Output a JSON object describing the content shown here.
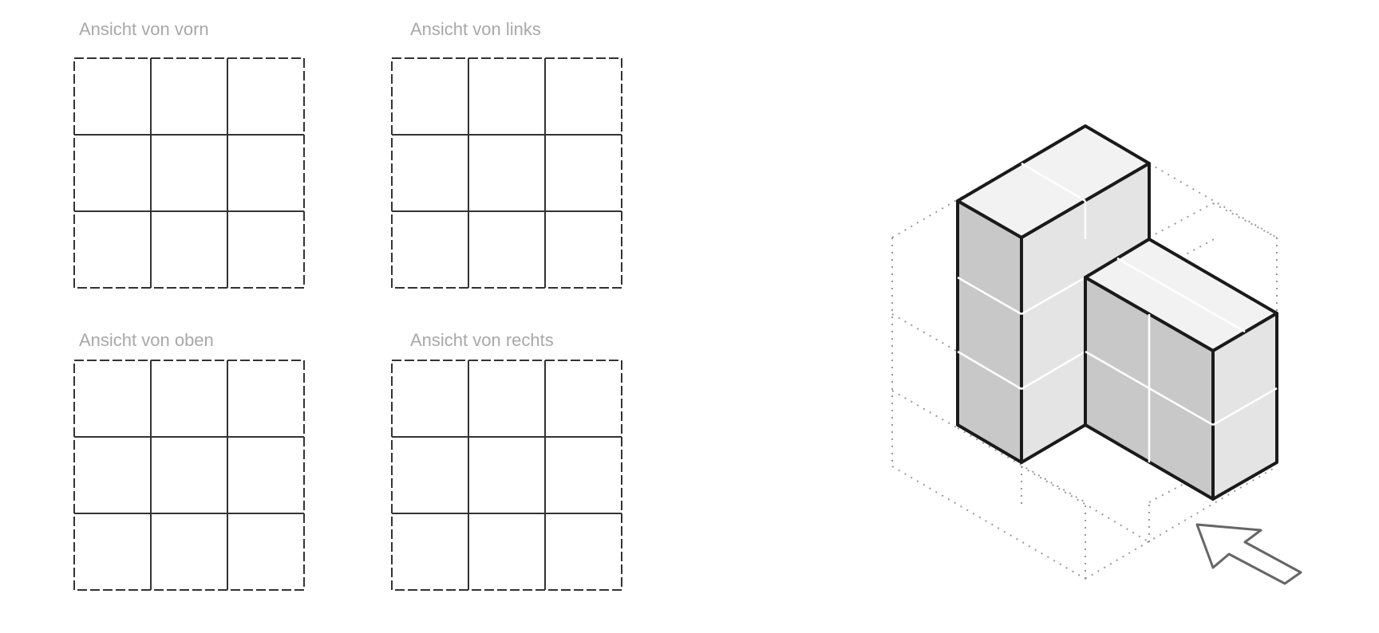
{
  "views": [
    {
      "id": "front",
      "label": "Ansicht von vorn"
    },
    {
      "id": "left",
      "label": "Ansicht von links"
    },
    {
      "id": "top",
      "label": "Ansicht von oben"
    },
    {
      "id": "right",
      "label": "Ansicht von rechts"
    }
  ],
  "grid": {
    "rows": 3,
    "cols": 3
  },
  "figure": {
    "description_icon": "isometric-cube-structure",
    "viewpoint_icon": "arrow-pointer-icon"
  },
  "colors": {
    "label": "#a8a8a8",
    "grid_line": "#333333",
    "top_face": "#f2f2f2",
    "front_face": "#c8c8c8",
    "side_face": "#e4e4e4",
    "edge": "#1a1a1a",
    "guide": "#999999"
  }
}
